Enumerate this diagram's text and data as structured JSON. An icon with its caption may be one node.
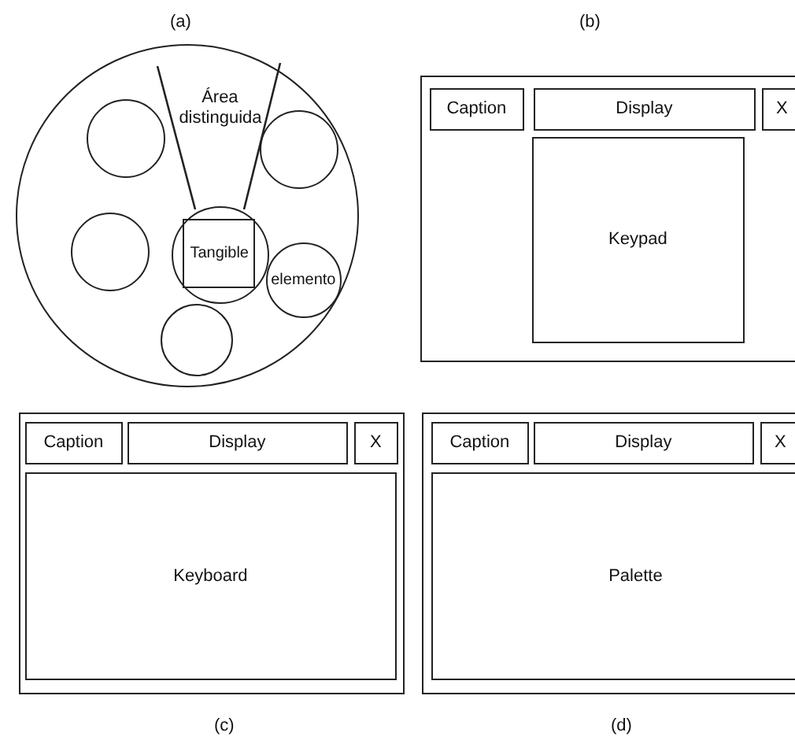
{
  "diagram": {
    "nodes": [
      {
        "text": [],
        "shape": "circle",
        "beside": [
          "(a)"
        ]
      },
      {
        "text": [
          "Área distinguida"
        ],
        "in": 0
      },
      {
        "text": [],
        "shape": "circle",
        "in": 0
      },
      {
        "text": [],
        "shape": "circle",
        "in": 0
      },
      {
        "text": [],
        "shape": "circle",
        "in": 0
      },
      {
        "text": [
          "Tangible"
        ],
        "in": 4
      },
      {
        "text": [],
        "shape": "circle",
        "in": 0
      },
      {
        "text": [
          "elemento"
        ],
        "in": 0
      },
      {
        "text": [],
        "shape": "circle",
        "in": 0
      },
      {
        "text": [],
        "shape": "box",
        "beside": [
          "(b)"
        ]
      },
      {
        "text": [
          "Caption"
        ],
        "in": 9
      },
      {
        "text": [
          "Display"
        ],
        "in": 9
      },
      {
        "text": [
          "X"
        ],
        "in": 9
      },
      {
        "text": [
          "Keypad"
        ],
        "in": 9
      },
      {
        "text": [],
        "shape": "box",
        "beside": [
          "(c)"
        ]
      },
      {
        "text": [
          "Caption"
        ],
        "in": 14
      },
      {
        "text": [
          "Display"
        ],
        "in": 14
      },
      {
        "text": [
          "X"
        ],
        "in": 14
      },
      {
        "text": [
          "Keyboard"
        ],
        "in": 14
      },
      {
        "text": [],
        "shape": "box",
        "beside": [
          "(d)"
        ]
      },
      {
        "text": [
          "Caption"
        ],
        "in": 19
      },
      {
        "text": [
          "Display"
        ],
        "in": 19
      },
      {
        "text": [
          "X"
        ],
        "in": 19
      },
      {
        "text": [
          "Palette"
        ],
        "in": 19
      }
    ]
  }
}
